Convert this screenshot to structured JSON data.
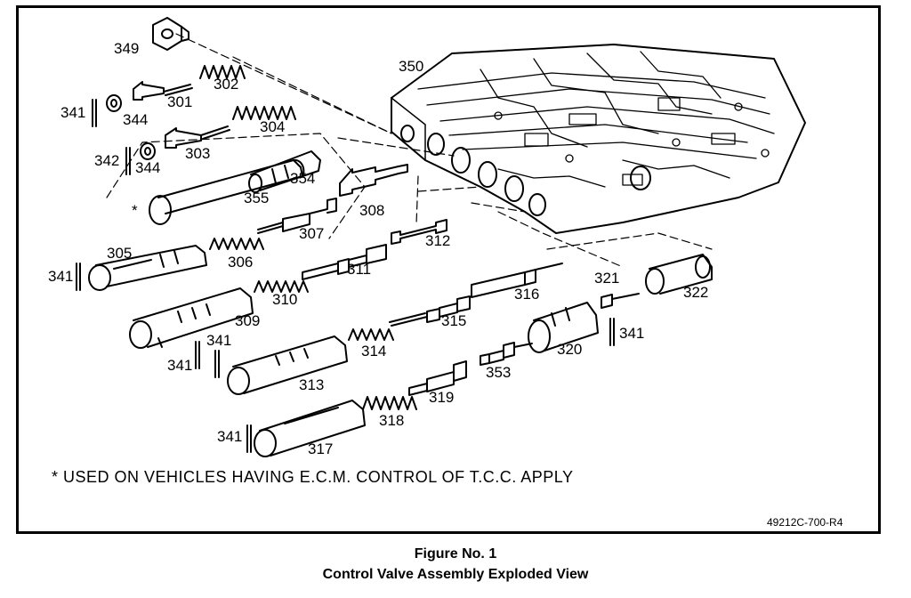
{
  "note": "* USED ON VEHICLES HAVING E.C.M. CONTROL OF T.C.C. APPLY",
  "drawing_code": "49212C-700-R4",
  "caption": {
    "figure": "Figure No. 1",
    "title": "Control Valve Assembly Exploded View"
  },
  "callouts": {
    "c349": "349",
    "c350": "350",
    "c301": "301",
    "c302": "302",
    "c341a": "341",
    "c344a": "344",
    "c304": "304",
    "c303": "303",
    "c342": "342",
    "c344b": "344",
    "c354": "354",
    "c355": "355",
    "star": "*",
    "c308": "308",
    "c307": "307",
    "c312": "312",
    "c305": "305",
    "c306": "306",
    "c311": "311",
    "c341b": "341",
    "c321": "321",
    "c322": "322",
    "c316": "316",
    "c310": "310",
    "c309": "309",
    "c315": "315",
    "c341c": "341",
    "c341d": "341",
    "c341e": "341",
    "c314": "314",
    "c320": "320",
    "c313": "313",
    "c353": "353",
    "c319": "319",
    "c318": "318",
    "c341f": "341",
    "c317": "317"
  }
}
